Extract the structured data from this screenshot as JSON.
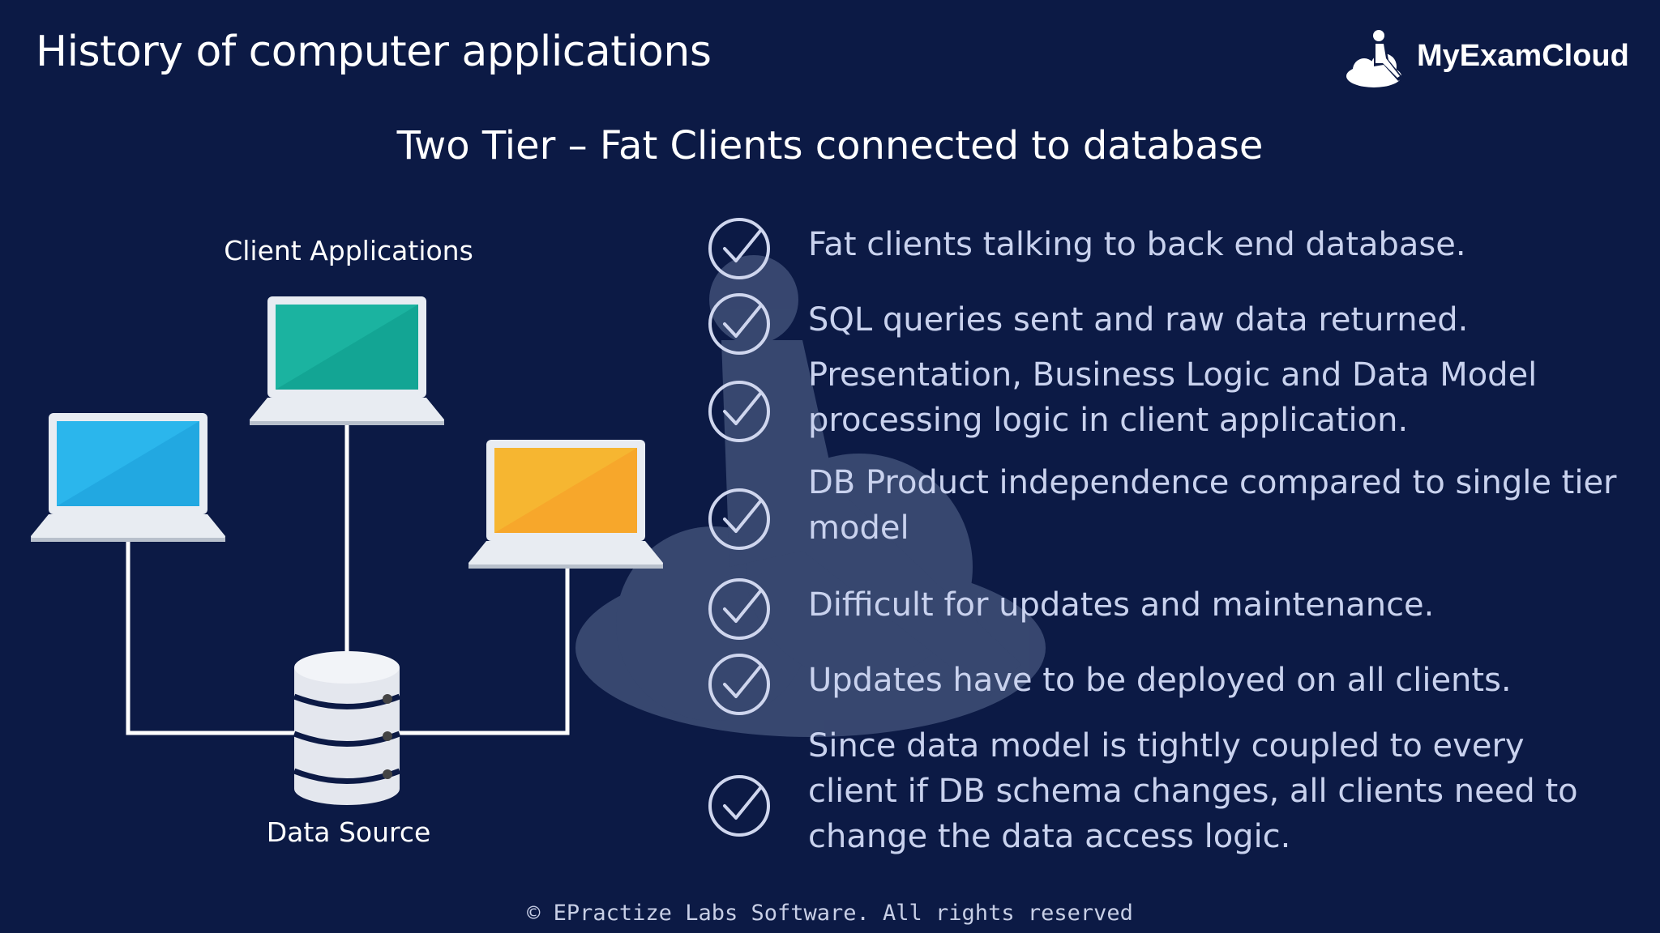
{
  "header": {
    "title": "History of computer applications"
  },
  "logo": {
    "text": "MyExamCloud"
  },
  "slide": {
    "subtitle": "Two Tier – Fat Clients connected to database"
  },
  "diagram": {
    "clients_label": "Client Applications",
    "datasource_label": "Data Source",
    "laptop_colors": [
      "#2bb6ec",
      "#1bb3a0",
      "#f6b631"
    ]
  },
  "bullets": [
    {
      "text": "Fat clients talking to back end database."
    },
    {
      "text": "SQL queries sent and raw data returned."
    },
    {
      "text": "Presentation, Business Logic and Data Model processing logic in client application."
    },
    {
      "text": "DB Product independence compared to single tier model"
    },
    {
      "text": "Difficult for updates and maintenance."
    },
    {
      "text": "Updates have to be deployed on all clients."
    },
    {
      "text": "Since data model is tightly coupled to every client if DB schema changes, all clients need to change the data access logic."
    }
  ],
  "footer": {
    "text": "© EPractize Labs Software. All rights reserved"
  }
}
